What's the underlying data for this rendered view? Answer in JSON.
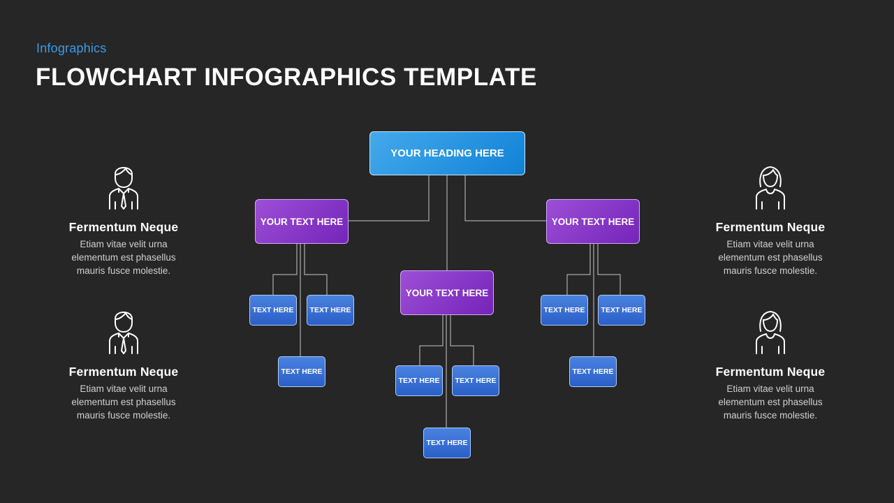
{
  "header": {
    "subtitle": "Infographics",
    "title": "FLOWCHART INFOGRAPHICS TEMPLATE"
  },
  "flowchart": {
    "heading": "YOUR HEADING HERE",
    "branches": [
      {
        "label": "YOUR TEXT HERE",
        "children": [
          "TEXT HERE",
          "TEXT HERE",
          "TEXT HERE"
        ]
      },
      {
        "label": "YOUR TEXT HERE",
        "children": [
          "TEXT HERE",
          "TEXT HERE",
          "TEXT HERE"
        ]
      },
      {
        "label": "YOUR TEXT HERE",
        "children": [
          "TEXT HERE",
          "TEXT HERE",
          "TEXT HERE"
        ]
      }
    ]
  },
  "people": [
    {
      "icon": "man-icon",
      "name": "Fermentum Neque",
      "desc": "Etiam vitae velit urna elementum  est phasellus mauris fusce molestie."
    },
    {
      "icon": "man-icon",
      "name": "Fermentum Neque",
      "desc": "Etiam vitae velit urna elementum  est phasellus mauris fusce molestie."
    },
    {
      "icon": "woman-icon",
      "name": "Fermentum Neque",
      "desc": "Etiam vitae velit urna elementum  est phasellus mauris fusce molestie."
    },
    {
      "icon": "woman-icon",
      "name": "Fermentum Neque",
      "desc": "Etiam vitae velit urna elementum  est phasellus mauris fusce molestie."
    }
  ],
  "colors": {
    "background": "#262626",
    "accent_blue": "#3c9be6",
    "heading_box": "#1182d6",
    "branch_box": "#8a3cc8",
    "leaf_box": "#3a6fd6"
  }
}
